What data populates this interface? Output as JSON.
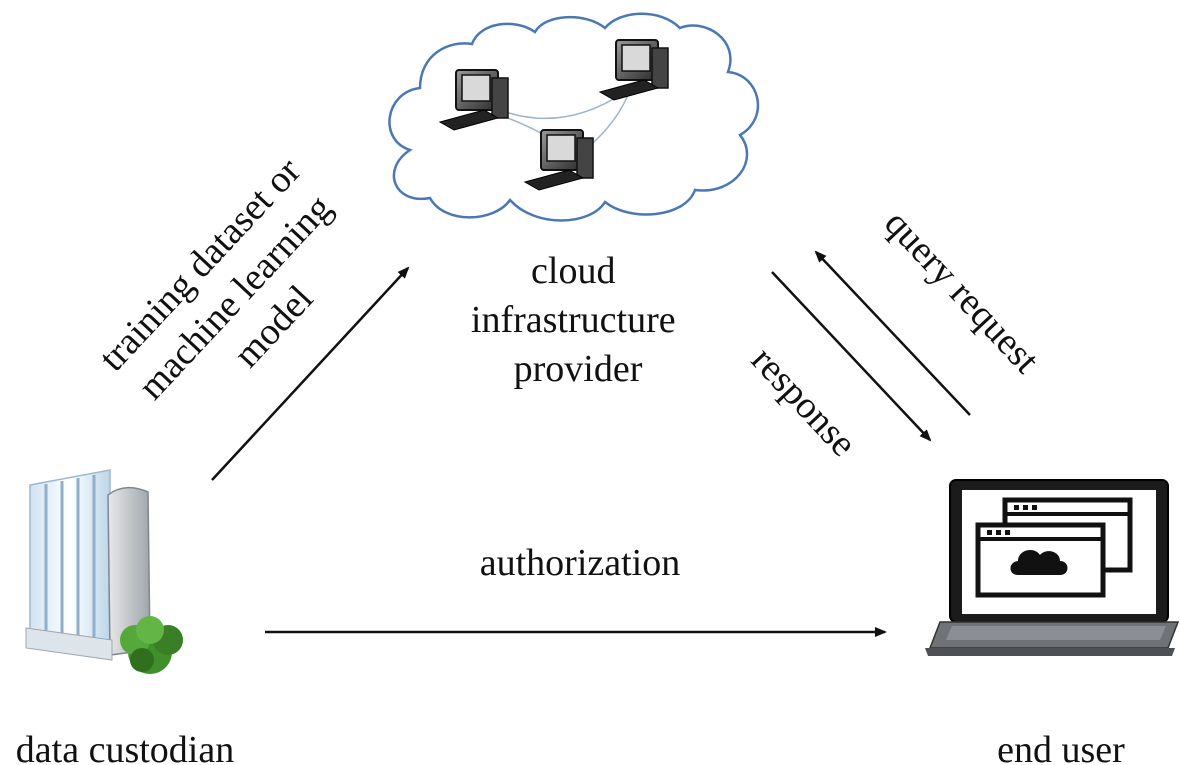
{
  "nodes": {
    "cloud": {
      "label_lines": [
        "cloud",
        "infrastructure",
        "provider"
      ],
      "icon": "cloud-with-computers-icon",
      "outline_color": "#4a78b5"
    },
    "custodian": {
      "label": "data custodian",
      "icon": "server-building-icon"
    },
    "end_user": {
      "label": "end user",
      "icon": "laptop-icon"
    }
  },
  "edges": {
    "upload": {
      "label_lines": [
        "training dataset or",
        "machine learning",
        "model"
      ]
    },
    "query": {
      "label": "query request"
    },
    "response": {
      "label": "response"
    },
    "authorization": {
      "label": "authorization"
    }
  }
}
